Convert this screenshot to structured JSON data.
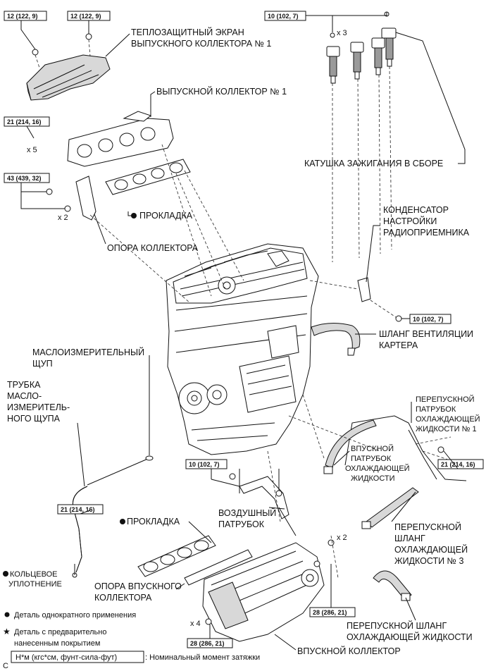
{
  "labels": {
    "heat_shield": [
      "ТЕПЛОЗАЩИТНЫЙ ЭКРАН",
      "ВЫПУСКНОГО КОЛЛЕКТОРА № 1"
    ],
    "exhaust_manifold": "ВЫПУСКНОЙ КОЛЛЕКТОР № 1",
    "ignition_coil": "КАТУШКА ЗАЖИГАНИЯ В СБОРЕ",
    "gasket_exhaust": "ПРОКЛАДКА",
    "manifold_stay": "ОПОРА КОЛЛЕКТОРА",
    "radio_condenser": [
      "КОНДЕНСАТОР",
      "НАСТРОЙКИ",
      "РАДИОПРИЕМНИКА"
    ],
    "ventilation_hose": [
      "ШЛАНГ ВЕНТИЛЯЦИИ",
      "КАРТЕРА"
    ],
    "dipstick": [
      "МАСЛОИЗМЕРИТЕЛЬНЫЙ",
      "ЩУП"
    ],
    "dipstick_tube": [
      "ТРУБКА",
      "МАСЛО-",
      "ИЗМЕРИТЕЛЬ-",
      "НОГО ЩУПА"
    ],
    "bypass_pipe_1": [
      "ПЕРЕПУСКНОЙ",
      "ПАТРУБОК",
      "ОХЛАЖДАЮЩЕЙ",
      "ЖИДКОСТИ № 1"
    ],
    "inlet_pipe": [
      "ВПУСКНОЙ",
      "ПАТРУБОК",
      "ОХЛАЖДАЮЩЕЙ",
      "ЖИДКОСТИ"
    ],
    "air_pipe": [
      "ВОЗДУШНЫЙ",
      "ПАТРУБОК"
    ],
    "gasket_intake": "ПРОКЛАДКА",
    "bypass_hose_3": [
      "ПЕРЕПУСКНОЙ",
      "ШЛАНГ",
      "ОХЛАЖДАЮЩЕЙ",
      "ЖИДКОСТИ № 3"
    ],
    "o_ring": [
      "КОЛЬЦЕВОЕ",
      "УПЛОТНЕНИЕ"
    ],
    "intake_stay": [
      "ОПОРА ВПУСКНОГО",
      "КОЛЛЕКТОРА"
    ],
    "bypass_hose": [
      "ПЕРЕПУСКНОЙ ШЛАНГ",
      "ОХЛАЖДАЮЩЕЙ ЖИДКОСТИ"
    ],
    "intake_manifold": "ВПУСКНОЙ КОЛЛЕКТОР"
  },
  "torques": {
    "t1": "12 (122, 9)",
    "t2": "12 (122, 9)",
    "t3": "10 (102, 7)",
    "t4": "21 (214, 16)",
    "t5": "43 (439, 32)",
    "t6": "10 (102, 7)",
    "t7": "21 (214, 16)",
    "t8": "10 (102, 7)",
    "t9": "21 (214, 16)",
    "t10": "28 (286, 21)",
    "t11": "28 (286, 21)"
  },
  "quantities": {
    "coil": "x 3",
    "exhaust_nuts": "x 5",
    "stay_bolts": "x 2",
    "intake_nuts": "x 2",
    "intake_bolts": "x 4"
  },
  "legend": {
    "single_use": "Деталь однократного применения",
    "precoated": [
      "Деталь с предварительно",
      "нанесенным покрытием"
    ],
    "torque_unit": "Н*м (кгс*см, фунт-сила-фут)",
    "torque_desc": ": Номинальный момент затяжки"
  },
  "corner_mark": "C"
}
